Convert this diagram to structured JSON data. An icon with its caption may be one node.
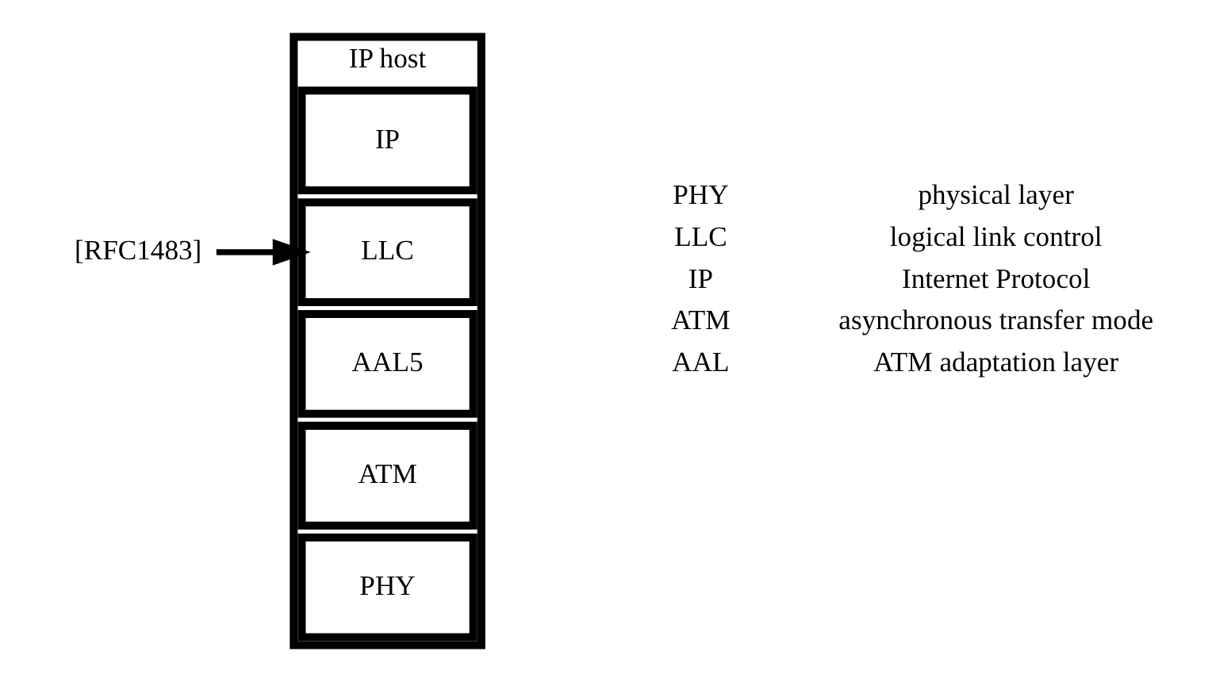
{
  "diagram": {
    "nodes": [
      {
        "text": [
          "IP host"
        ]
      },
      {
        "text": [
          "IP"
        ],
        "in": 0
      },
      {
        "text": [
          "LLC"
        ],
        "in": 0
      },
      {
        "text": [
          "AAL5"
        ],
        "in": 0
      },
      {
        "text": [
          "ATM"
        ],
        "in": 0
      },
      {
        "text": [
          "PHY"
        ],
        "in": 0
      },
      {
        "text": [
          "[RFC1483]"
        ]
      }
    ],
    "edges": [
      {
        "from": 6,
        "to": 2,
        "arrow": "to"
      }
    ],
    "labels": [
      "AAL",
      "ATM adaptation layer",
      "ATM",
      "asynchronous transfer mode",
      "IP",
      "Internet Protocol",
      "LLC",
      "logical link control",
      "PHY",
      "physical layer"
    ]
  }
}
